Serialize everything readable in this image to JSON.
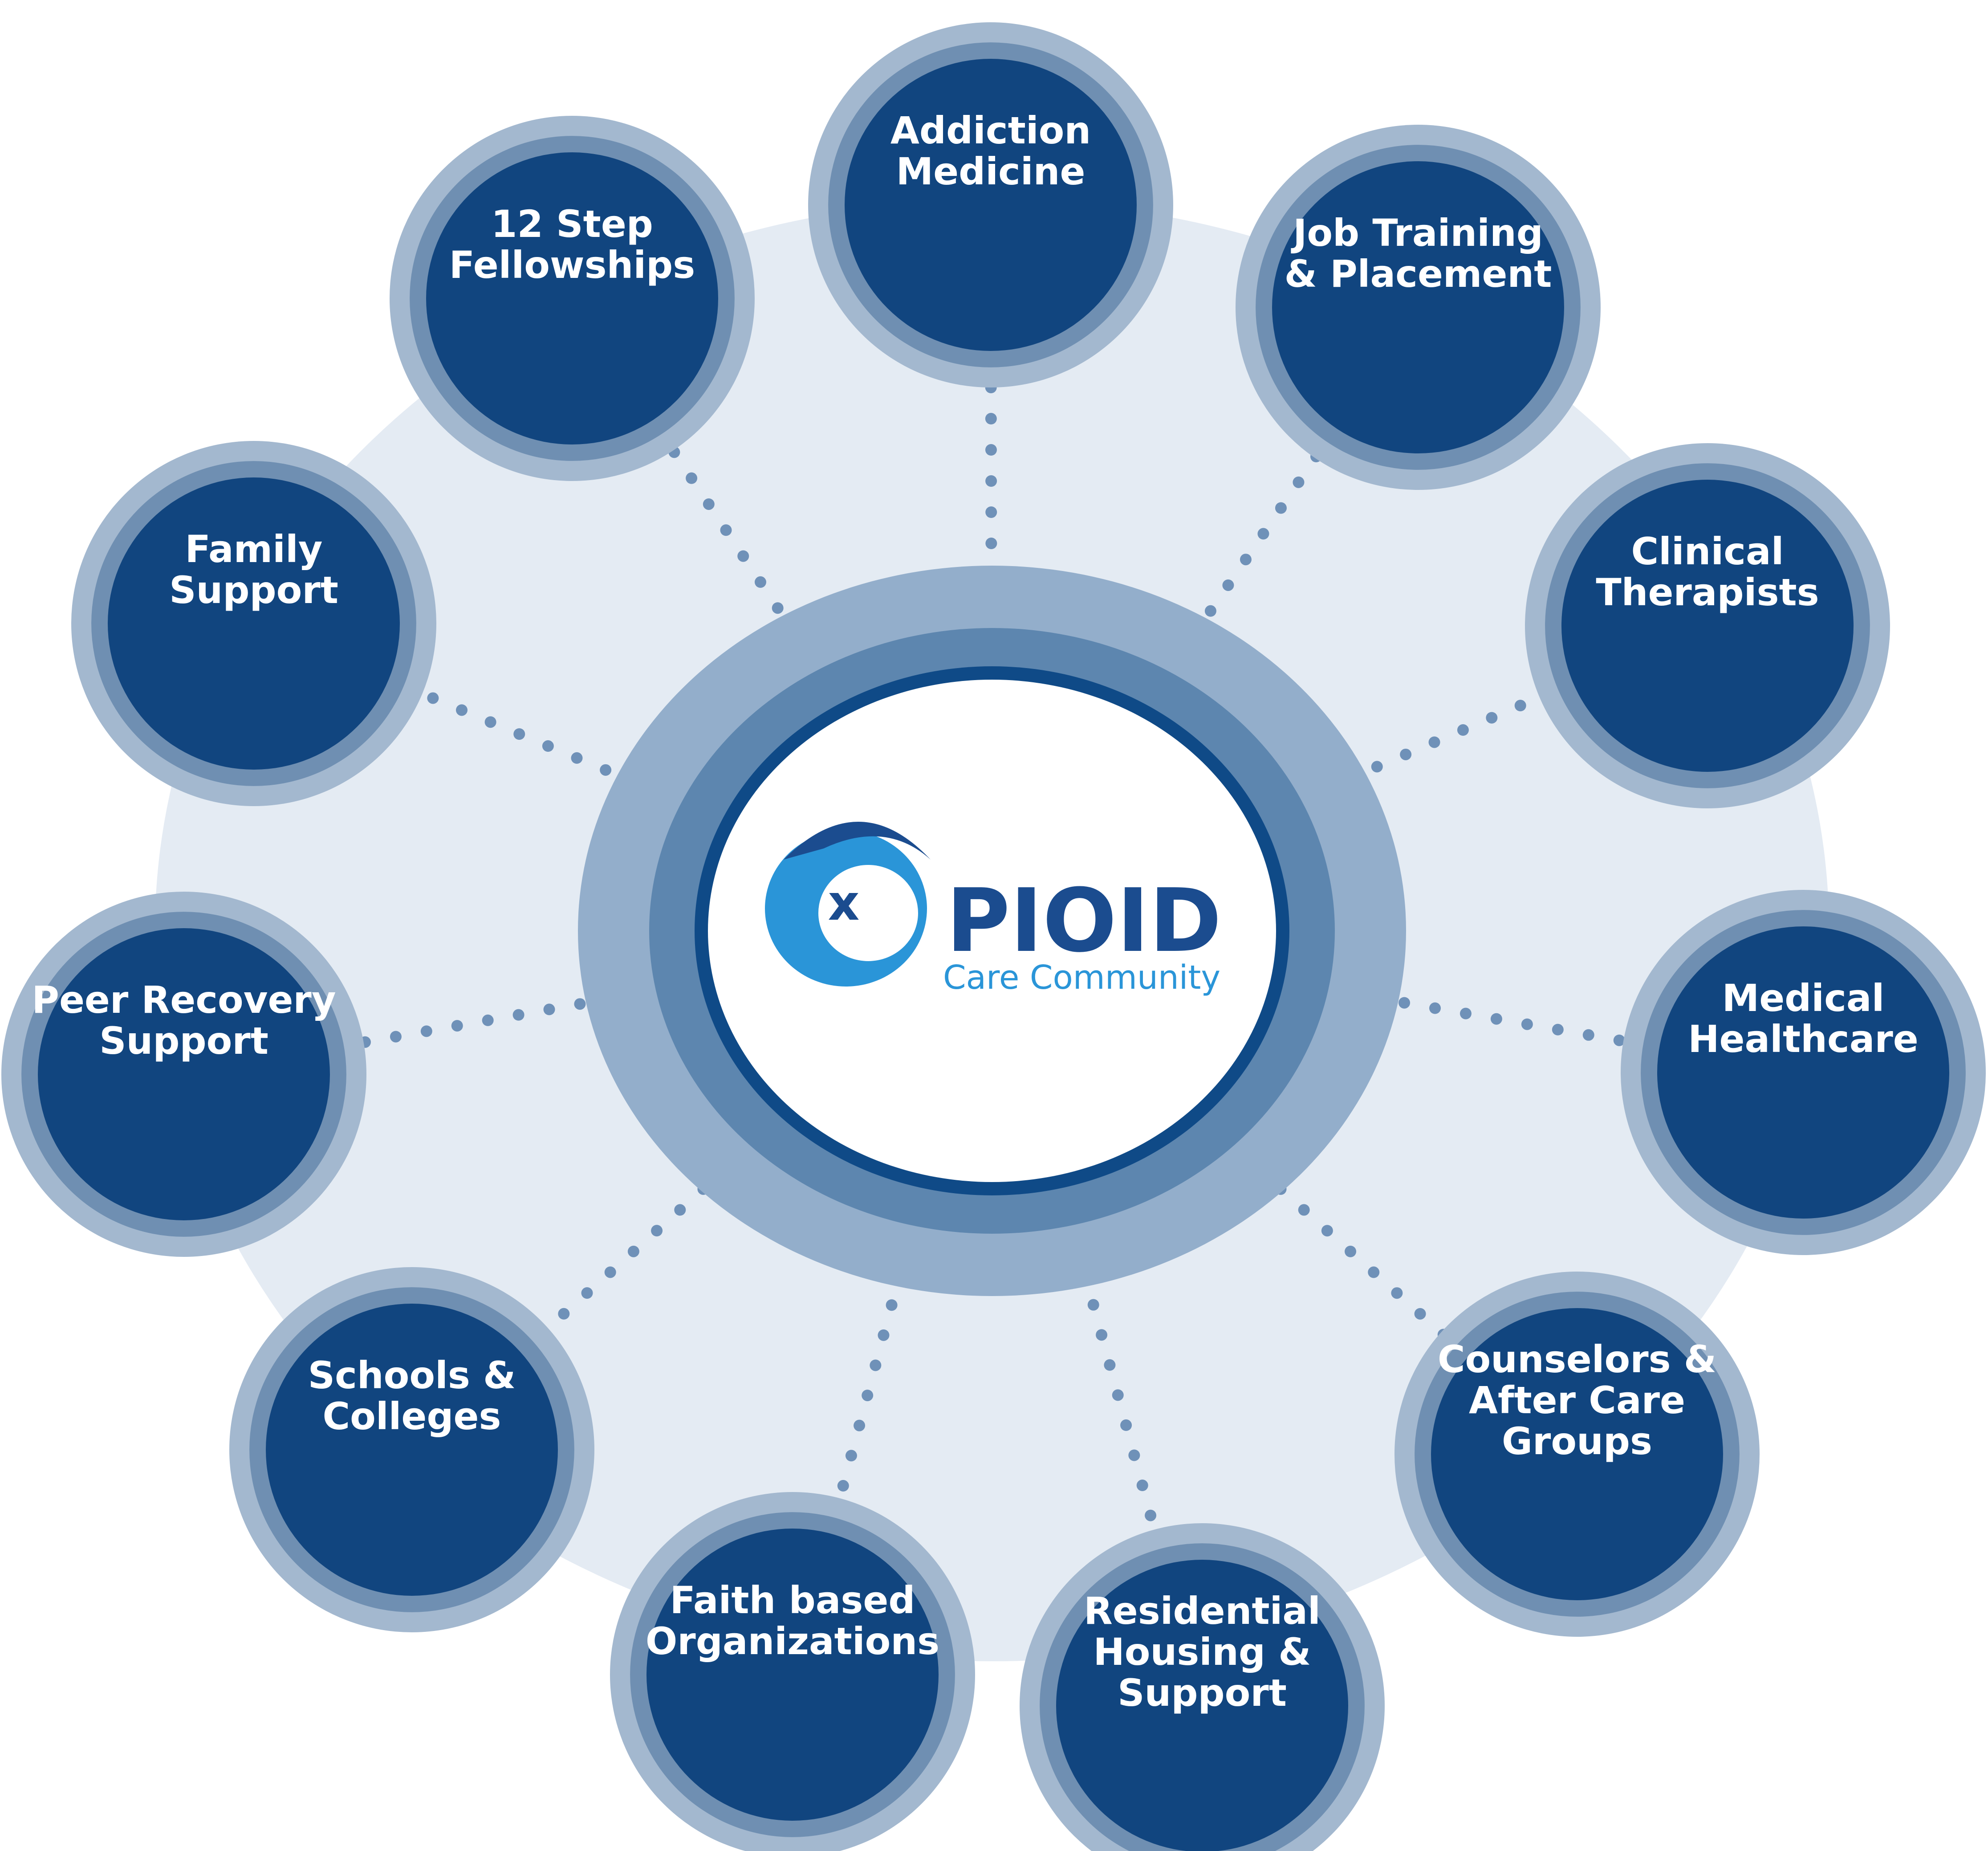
{
  "colors": {
    "halo": "#e4ebf3",
    "outer_ring": "#a3b8cf",
    "mid_ring": "#6f8fb2",
    "core": "#11457f",
    "dots": "#6f91b8",
    "hub_ring_outer": "#93aecb",
    "hub_ring_mid": "#5d86af",
    "hub_border": "#0f4a87",
    "hub_center": "#ffffff",
    "logo_dark": "#1b4c8f",
    "logo_light": "#2a95d8",
    "label_text": "#ffffff"
  },
  "logo": {
    "x_letter": "x",
    "word": "PIOID",
    "subtitle": "Care Community"
  },
  "nodes": [
    {
      "id": "addiction-medicine",
      "lines": [
        "Addiction",
        "Medicine"
      ]
    },
    {
      "id": "job-training-placement",
      "lines": [
        "Job Training",
        "& Placement"
      ]
    },
    {
      "id": "clinical-therapists",
      "lines": [
        "Clinical",
        "Therapists"
      ]
    },
    {
      "id": "medical-healthcare",
      "lines": [
        "Medical",
        "Healthcare"
      ]
    },
    {
      "id": "counselors-after-care-groups",
      "lines": [
        "Counselors &",
        "After Care",
        "Groups"
      ]
    },
    {
      "id": "residential-housing-support",
      "lines": [
        "Residential",
        "Housing &",
        "Support"
      ]
    },
    {
      "id": "faith-based-organizations",
      "lines": [
        "Faith based",
        "Organizations"
      ]
    },
    {
      "id": "schools-colleges",
      "lines": [
        "Schools &",
        "Colleges"
      ]
    },
    {
      "id": "peer-recovery-support",
      "lines": [
        "Peer Recovery",
        "Support"
      ]
    },
    {
      "id": "family-support",
      "lines": [
        "Family",
        "Support"
      ]
    },
    {
      "id": "12-step-fellowships",
      "lines": [
        "12 Step",
        "Fellowships"
      ]
    }
  ]
}
